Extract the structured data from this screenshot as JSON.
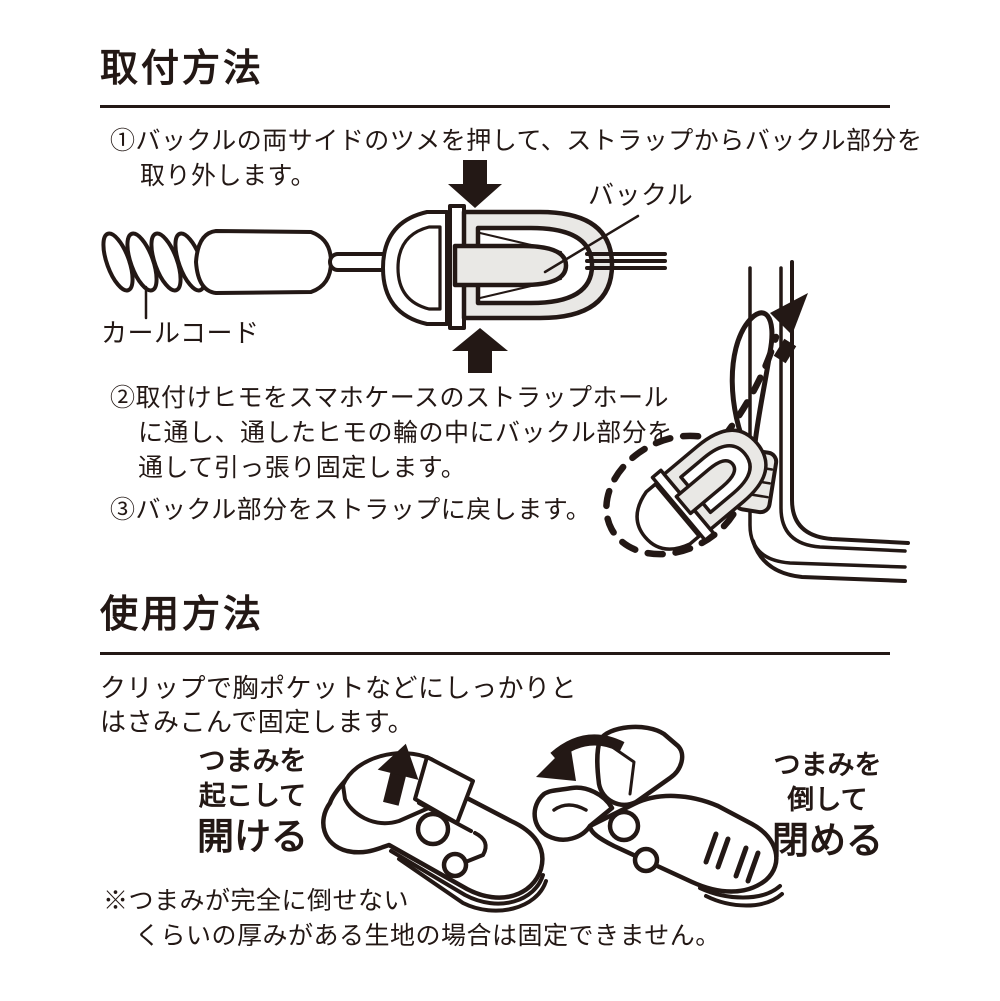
{
  "colors": {
    "ink": "#231815",
    "fill_gray": "#e9e8e5",
    "background": "#ffffff"
  },
  "install": {
    "title": "取付方法",
    "step1": {
      "lines": [
        "①バックルの両サイドのツメを押して、ストラップからバックル部分を",
        "取り外します。"
      ]
    },
    "labels": {
      "buckle": "バックル",
      "curl_cord": "カールコード"
    },
    "step2": {
      "lines": [
        "②取付けヒモをスマホケースのストラップホール",
        "に通し、通したヒモの輪の中にバックル部分を",
        "通して引っ張り固定します。"
      ]
    },
    "step3": {
      "lines": [
        "③バックル部分をストラップに戻します。"
      ]
    }
  },
  "usage": {
    "title": "使用方法",
    "intro": {
      "lines": [
        "クリップで胸ポケットなどにしっかりと",
        "はさみこんで固定します。"
      ]
    },
    "open_label": {
      "line1": "つまみを",
      "line2": "起こして",
      "emphasis": "開ける"
    },
    "close_label": {
      "line1": "つまみを",
      "line2": "倒して",
      "emphasis": "閉める"
    },
    "note": {
      "lines": [
        "※つまみが完全に倒せない",
        "くらいの厚みがある生地の場合は固定できません。"
      ]
    }
  }
}
